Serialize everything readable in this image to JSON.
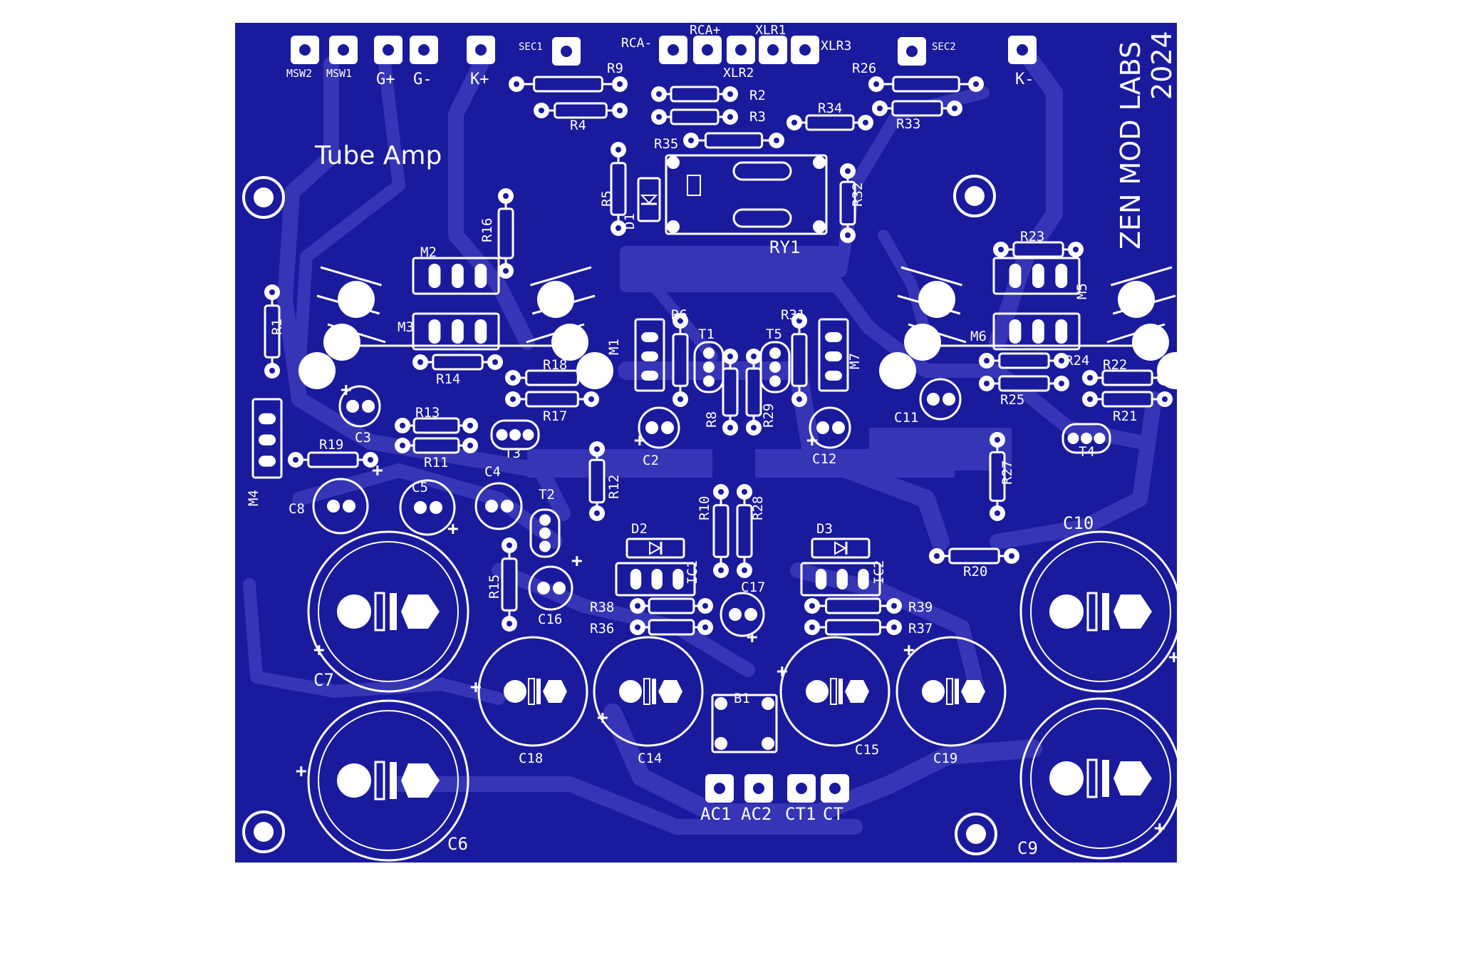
{
  "board": {
    "title": "Tube Amp",
    "maker": "ZEN MOD LABS",
    "year": "2024",
    "colors": {
      "background": "#ffffff",
      "board": "#1a1a9c",
      "copper": "#3535b5",
      "silk": "#ffffff"
    }
  },
  "connectors": [
    {
      "id": "MSW2",
      "label": "MSW2"
    },
    {
      "id": "MSW1",
      "label": "MSW1"
    },
    {
      "id": "G+",
      "label": "G+"
    },
    {
      "id": "G-",
      "label": "G-"
    },
    {
      "id": "K+",
      "label": "K+"
    },
    {
      "id": "SEC1",
      "label": "SEC1"
    },
    {
      "id": "RCA-",
      "label": "RCA-"
    },
    {
      "id": "RCA+",
      "label": "RCA+"
    },
    {
      "id": "XLR1",
      "label": "XLR1"
    },
    {
      "id": "XLR2",
      "label": "XLR2"
    },
    {
      "id": "XLR3",
      "label": "XLR3"
    },
    {
      "id": "SEC2",
      "label": "SEC2"
    },
    {
      "id": "K-",
      "label": "K-"
    },
    {
      "id": "AC1",
      "label": "AC1"
    },
    {
      "id": "AC2",
      "label": "AC2"
    },
    {
      "id": "CT1",
      "label": "CT1"
    },
    {
      "id": "CT",
      "label": "CT"
    }
  ],
  "resistors": [
    "R1",
    "R2",
    "R3",
    "R4",
    "R5",
    "R6",
    "R8",
    "R9",
    "R10",
    "R11",
    "R12",
    "R13",
    "R14",
    "R15",
    "R16",
    "R17",
    "R18",
    "R19",
    "R20",
    "R21",
    "R22",
    "R23",
    "R24",
    "R25",
    "R26",
    "R27",
    "R28",
    "R29",
    "R31",
    "R32",
    "R33",
    "R34",
    "R35",
    "R36",
    "R37",
    "R38",
    "R39"
  ],
  "capacitors": [
    "C2",
    "C3",
    "C4",
    "C5",
    "C6",
    "C7",
    "C8",
    "C9",
    "C10",
    "C11",
    "C12",
    "C14",
    "C15",
    "C16",
    "C17",
    "C18",
    "C19"
  ],
  "semiconductors": [
    "D1",
    "D2",
    "D3",
    "T1",
    "T2",
    "T3",
    "T4",
    "T5",
    "M1",
    "M2",
    "M3",
    "M4",
    "M5",
    "M6",
    "M7",
    "IC1",
    "IC2",
    "B1",
    "RY1"
  ],
  "marks": {
    "plus": "+",
    "minus": "-"
  }
}
